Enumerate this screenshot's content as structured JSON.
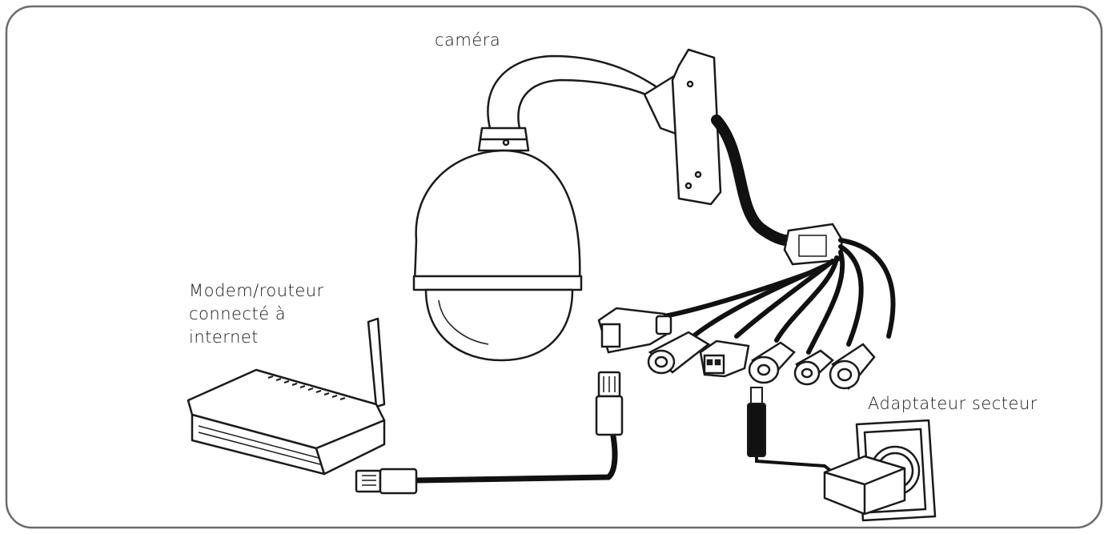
{
  "labels": {
    "camera": "caméra",
    "modem_lines": [
      "Modem/routeur",
      "connecté à",
      "internet"
    ],
    "adapter": "Adaptateur secteur"
  },
  "icons": {
    "camera": "ptz-dome-camera-icon",
    "router": "wifi-router-icon",
    "adapter": "power-adapter-outlet-icon",
    "ethernet": "rj45-connector-icon"
  },
  "colors": {
    "stroke": "#1a1a1a",
    "cable": "#111111",
    "frame": "#6b6b6b",
    "fill": "#ffffff"
  }
}
